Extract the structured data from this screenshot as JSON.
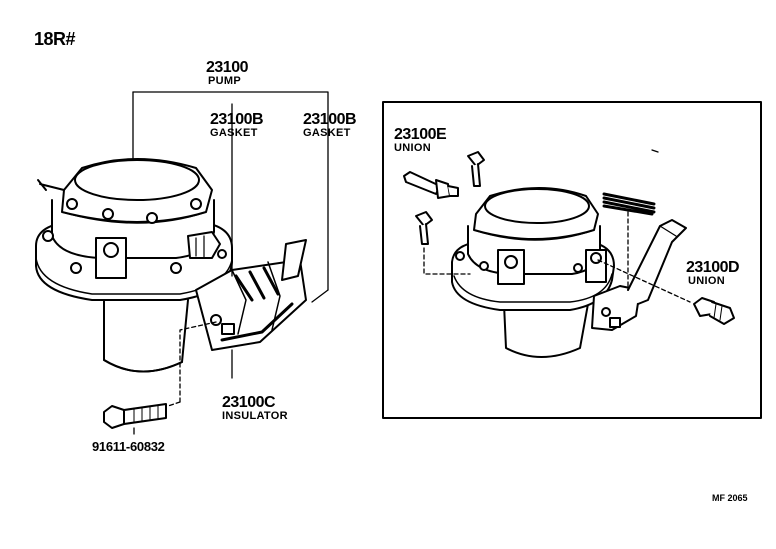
{
  "header": {
    "model_code": "18R#"
  },
  "callouts": {
    "pump": {
      "number": "23100",
      "name": "PUMP"
    },
    "gasket_left": {
      "number": "23100B",
      "name": "GASKET"
    },
    "gasket_right": {
      "number": "23100B",
      "name": "GASKET"
    },
    "union_e": {
      "number": "23100E",
      "name": "UNION"
    },
    "union_d": {
      "number": "23100D",
      "name": "UNION"
    },
    "insulator": {
      "number": "23100C",
      "name": "INSULATOR"
    },
    "bolt": {
      "number": "91611-60832"
    }
  },
  "footer": {
    "figure_code": "MF 2065"
  }
}
